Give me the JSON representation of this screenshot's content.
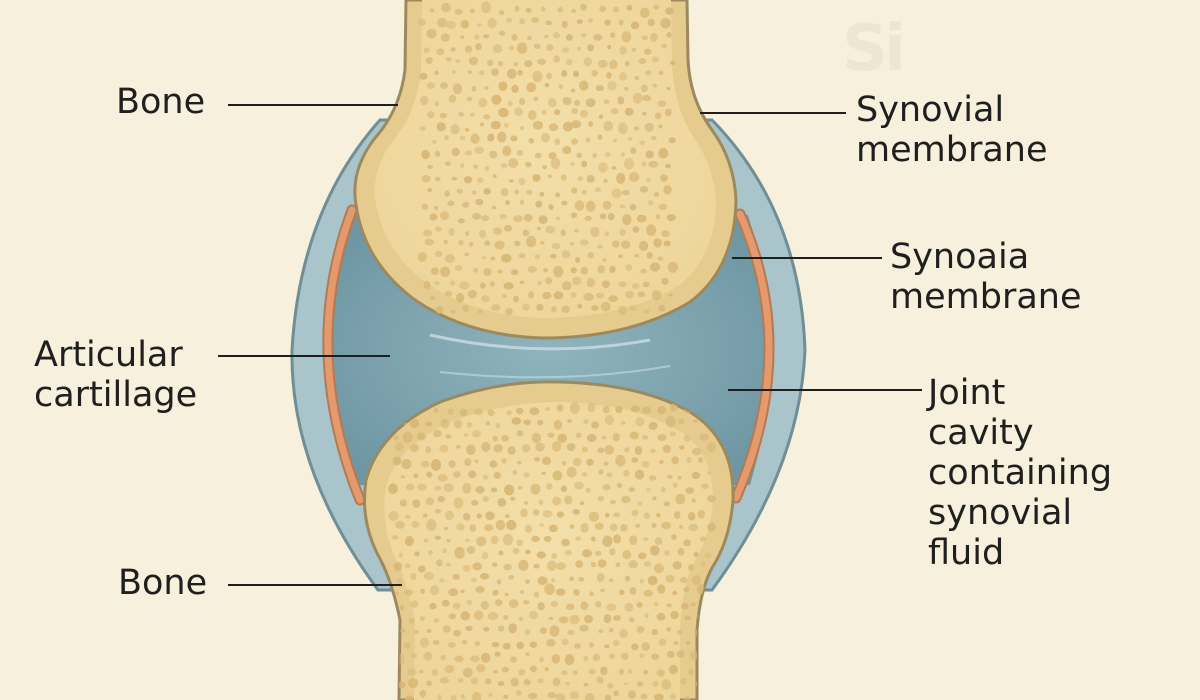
{
  "watermark": "Si",
  "labels": {
    "bone_top": "Bone",
    "bone_bottom": "Bone",
    "synovial_membrane": [
      "Synovial",
      "membrane"
    ],
    "synoaia_membrane": [
      "Synoaia",
      "membrane"
    ],
    "articular_cartilage": [
      "Articular",
      "cartillage"
    ],
    "joint_cavity": [
      "Joint",
      "cavity",
      "containing",
      "synovial",
      "fluid"
    ]
  },
  "colors": {
    "background": "#f6f0dc",
    "bone_fill": "#f2dca2",
    "bone_rim": "#e5cc8e",
    "bone_outline": "#9c8a5e",
    "bone_pores": "#d8b776",
    "capsule_fill": "#a9c4ca",
    "capsule_outline": "#6f8e96",
    "cavity_fill": "#7fa7b2",
    "cartilage_strip": "#e49a6c",
    "leader_line": "#1f1f1f"
  }
}
